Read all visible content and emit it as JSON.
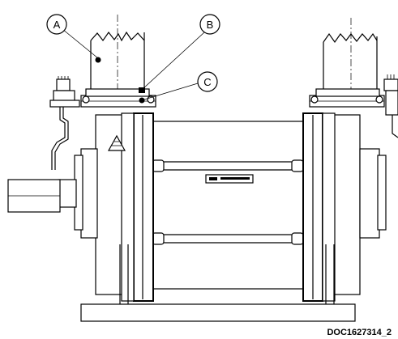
{
  "callouts": [
    {
      "id": "A",
      "label": "A"
    },
    {
      "id": "B",
      "label": "B"
    },
    {
      "id": "C",
      "label": "C"
    }
  ],
  "document_ref": "DOC1627314_2"
}
